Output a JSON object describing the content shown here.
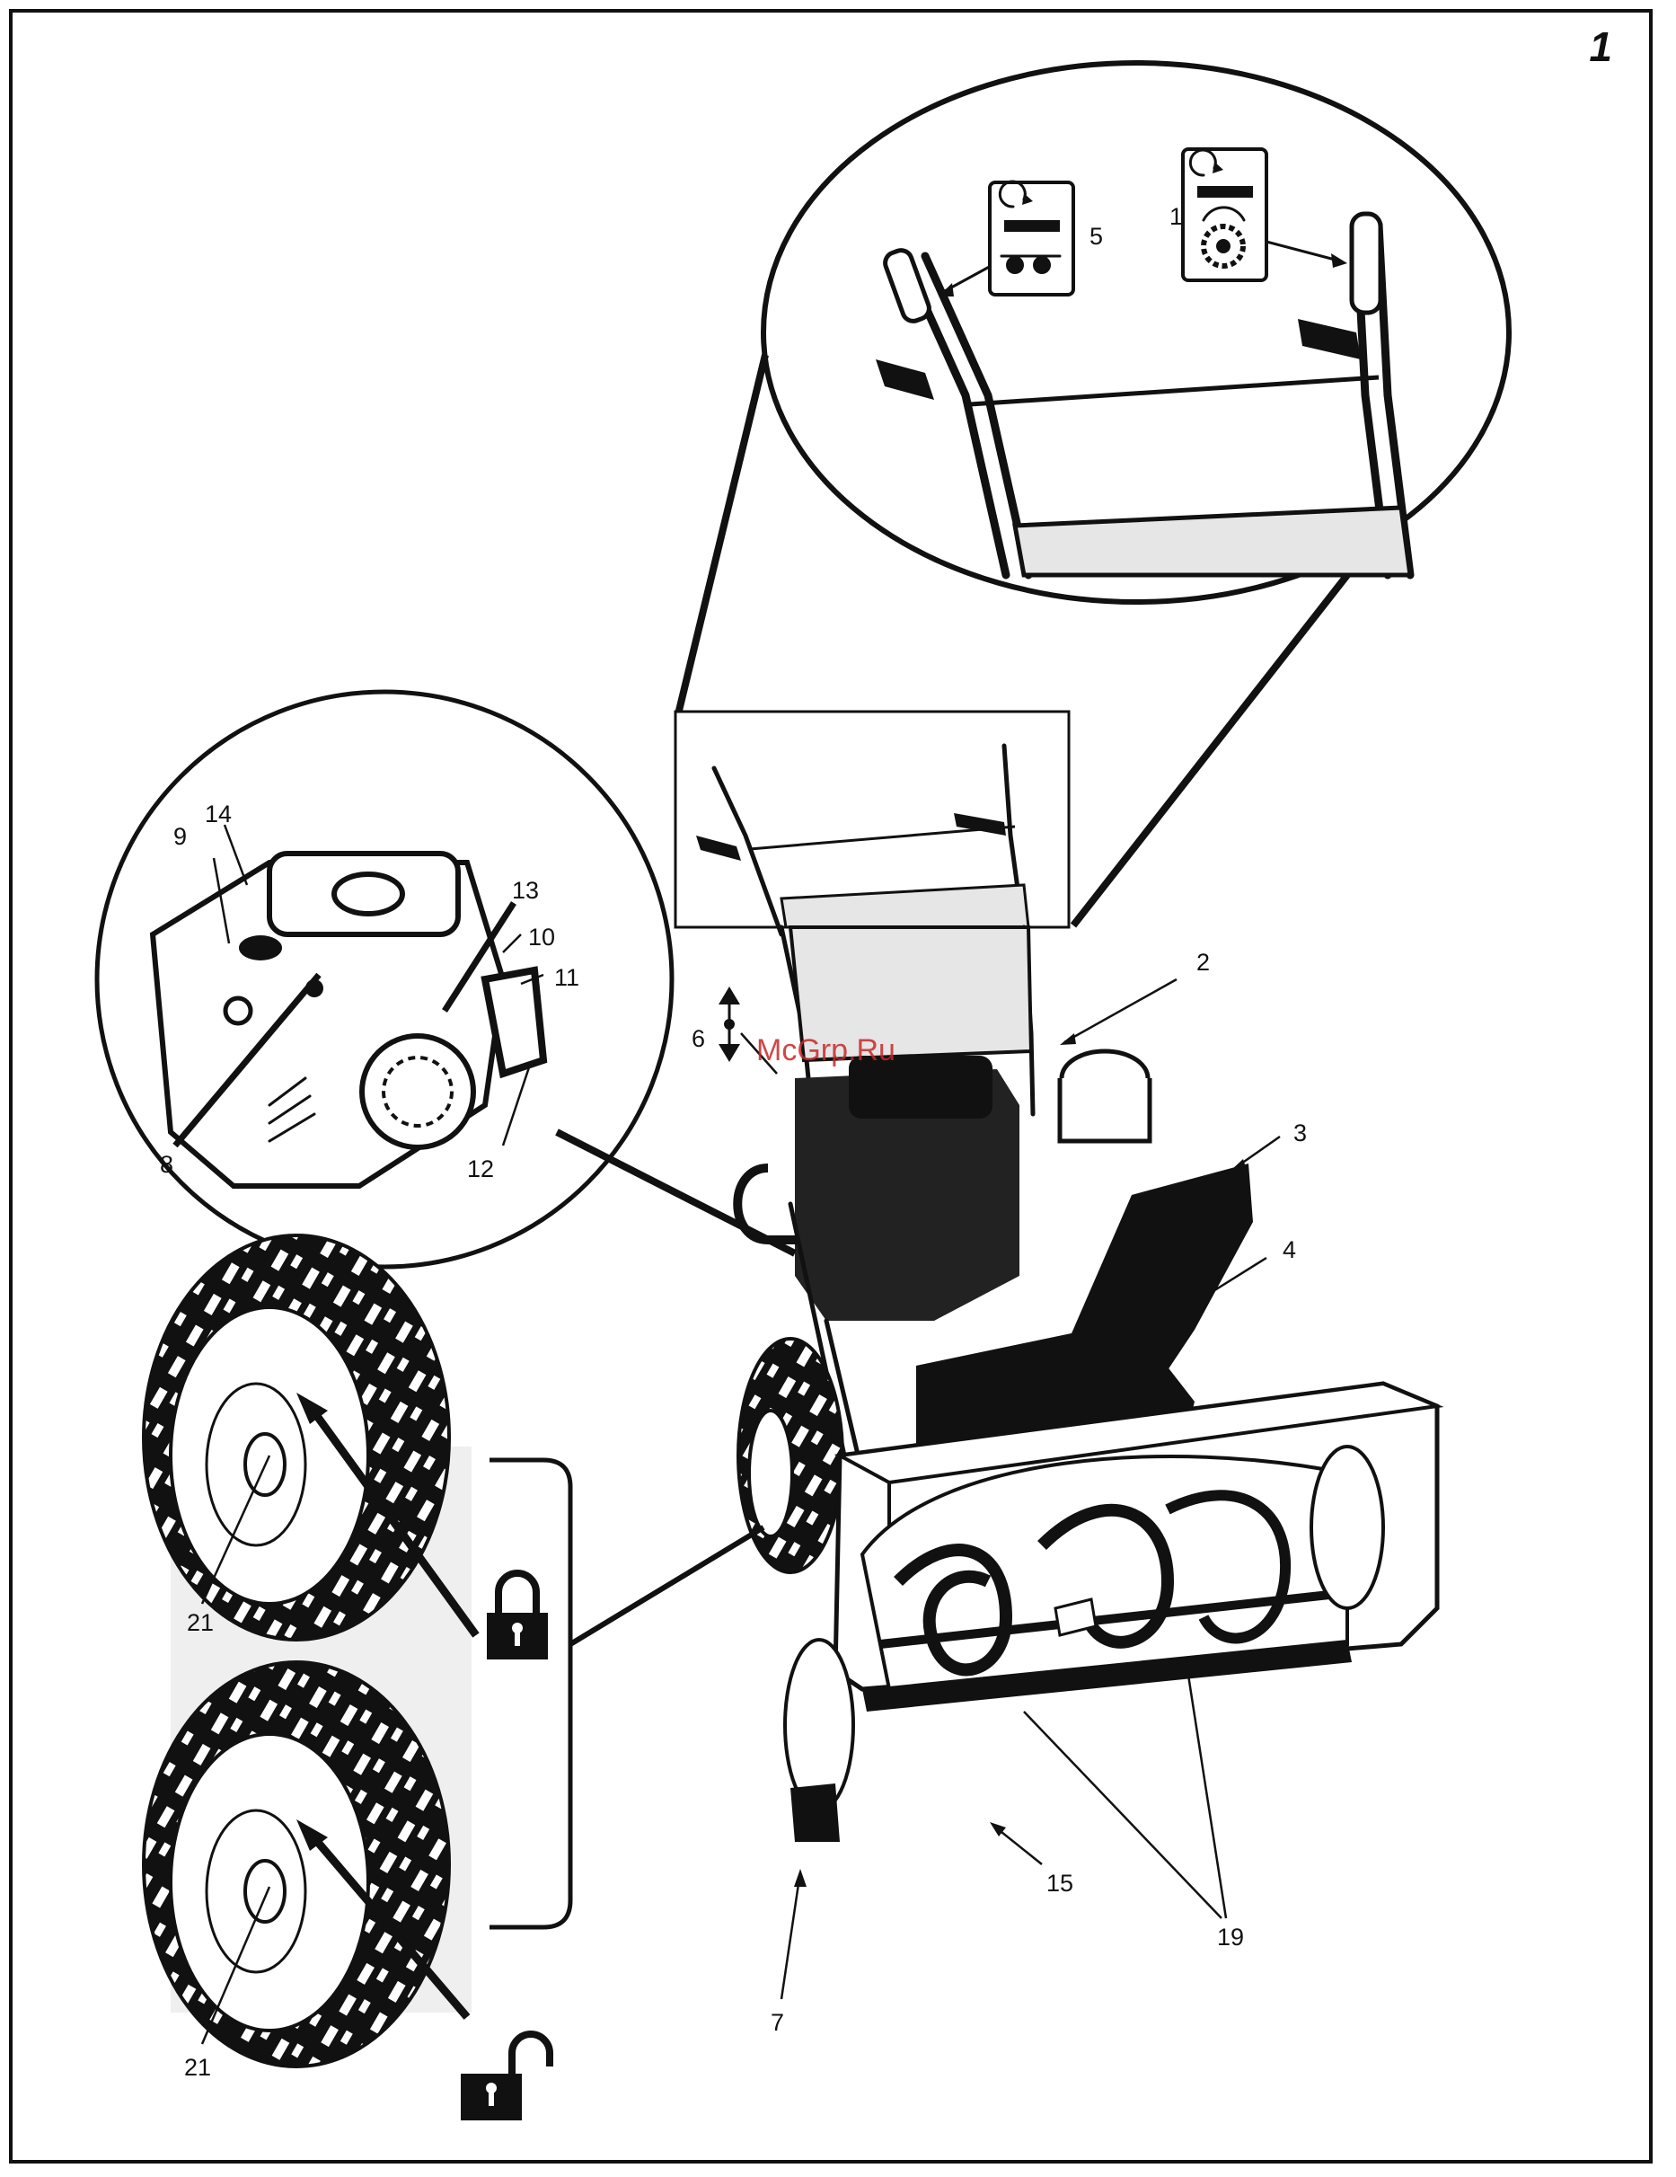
{
  "page": {
    "figure_number": "1"
  },
  "watermark": {
    "text": "McGrp.Ru",
    "color": "#c62828"
  },
  "callouts": {
    "c1": "1",
    "c2": "2",
    "c3": "3",
    "c4": "4",
    "c5": "5",
    "c6": "6",
    "c7": "7",
    "c8": "8",
    "c9": "9",
    "c10": "10",
    "c11": "11",
    "c12": "12",
    "c13": "13",
    "c14": "14",
    "c15": "15",
    "c19": "19",
    "c21a": "21",
    "c21b": "21"
  },
  "icons": {
    "lock": "lock-icon",
    "unlock": "unlock-icon",
    "drive_control": "drive-control-icon",
    "auger_control": "auger-control-icon"
  },
  "colors": {
    "ink": "#111111",
    "panel_fill": "#e6e6e6",
    "background": "#ffffff"
  }
}
